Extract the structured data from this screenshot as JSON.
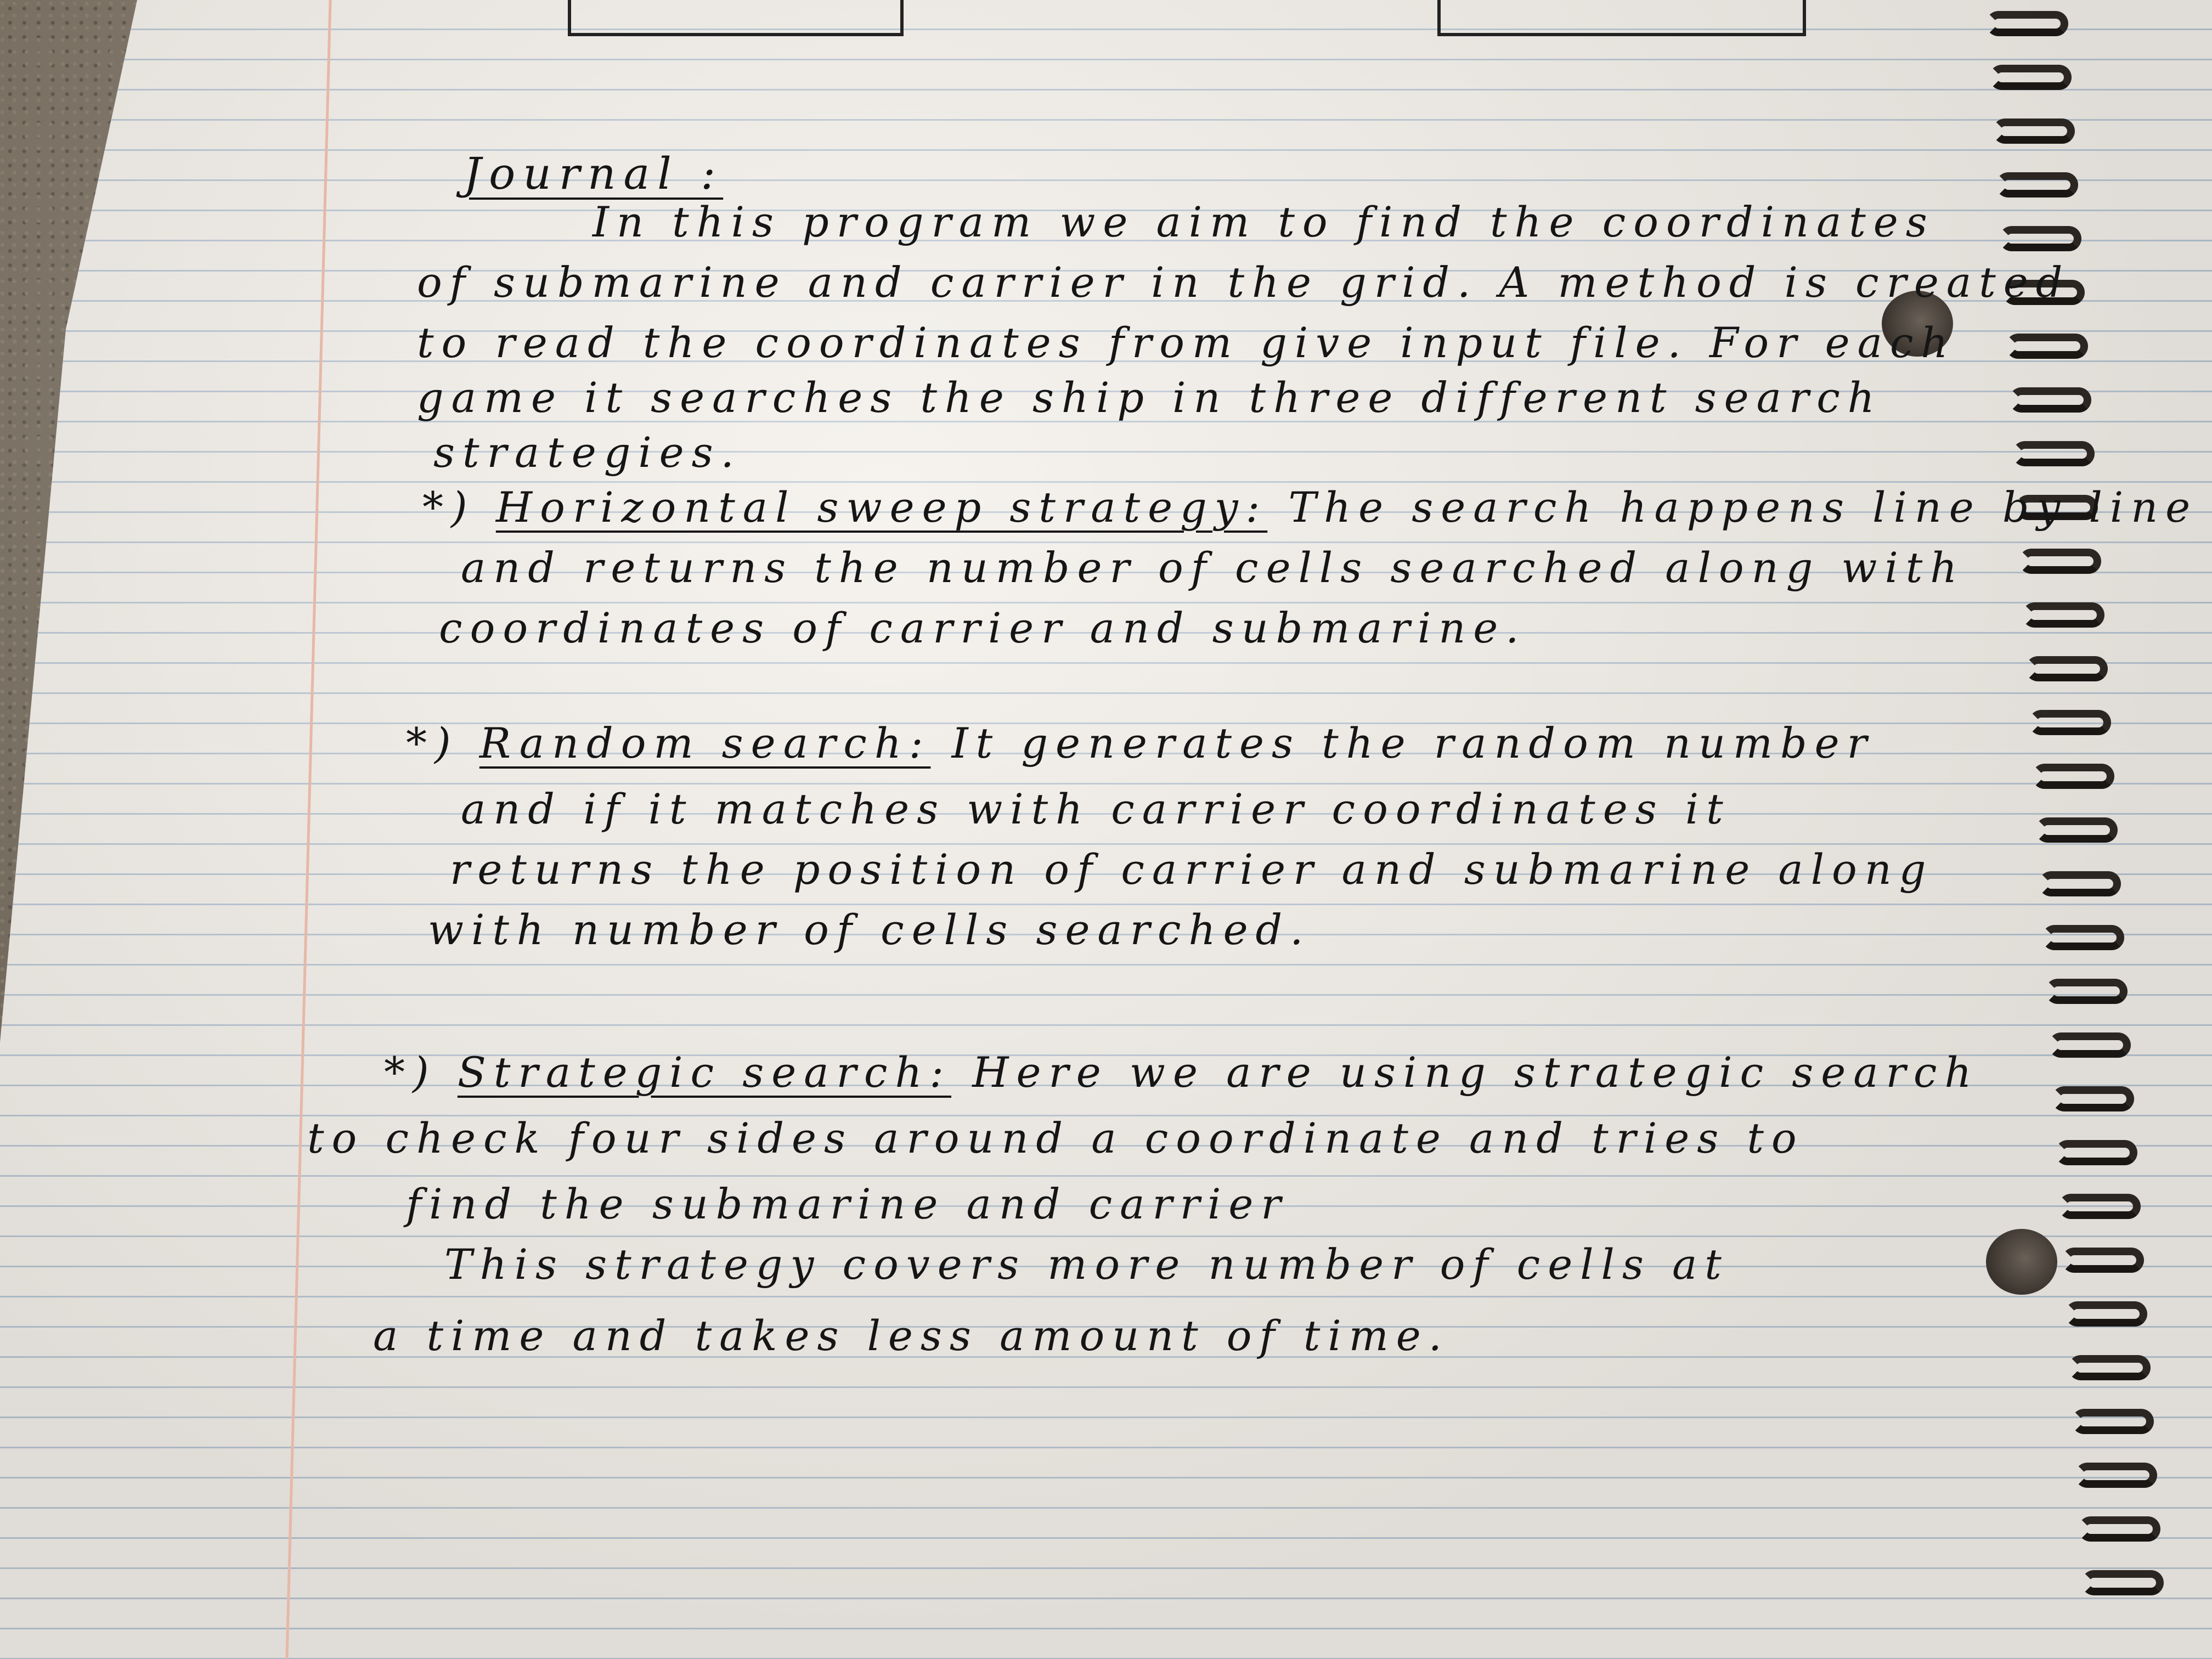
{
  "journal": {
    "title": "Journal :",
    "intro_lines": [
      "In this program we aim to find the coordinates",
      "of submarine and carrier in the grid. A method is created",
      "to read the coordinates from give input file. For each",
      "game it searches the ship in three different search",
      "strategies."
    ],
    "strategies": [
      {
        "heading": "Horizontal sweep strategy:",
        "lines": [
          "The search happens line by line",
          "and returns the number of cells searched along with",
          "coordinates of carrier and submarine."
        ]
      },
      {
        "heading": "Random search:",
        "lines": [
          "It generates the random number",
          "and if it matches with carrier coordinates it",
          "returns the position of carrier and submarine along",
          "with number of cells searched."
        ]
      },
      {
        "heading": "Strategic search:",
        "lines": [
          "Here we are using strategic search",
          "to check four sides around a coordinate and tries to",
          "find the submarine and carrier",
          "This strategy covers more number of cells at",
          "a time and takes less amount of time."
        ]
      }
    ],
    "bullet": "*)"
  }
}
